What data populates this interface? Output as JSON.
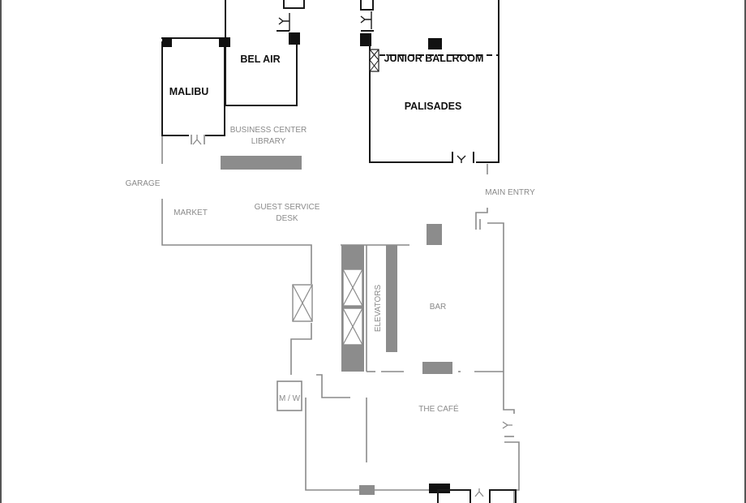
{
  "rooms": {
    "bel_air": "BEL AIR",
    "malibu": "MALIBU",
    "junior_ballroom": "JUNIOR BALLROOM",
    "palisades": "PALISADES"
  },
  "areas": {
    "business_center_line1": "BUSINESS CENTER",
    "business_center_line2": "LIBRARY",
    "garage": "GARAGE",
    "market": "MARKET",
    "guest_service_line1": "GUEST SERVICE",
    "guest_service_line2": "DESK",
    "main_entry": "MAIN ENTRY",
    "elevators": "ELEVATORS",
    "bar": "BAR",
    "restrooms": "M / W",
    "cafe": "THE CAFÉ"
  }
}
